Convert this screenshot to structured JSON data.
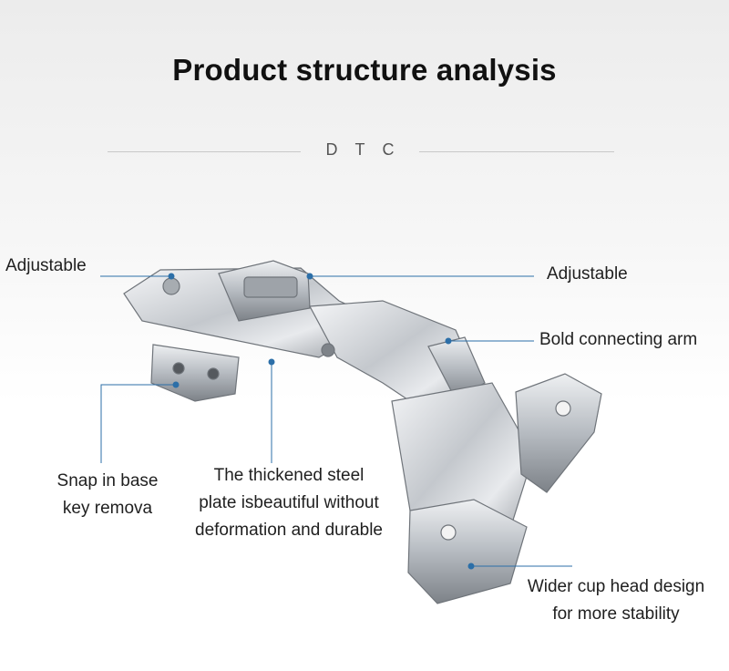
{
  "header": {
    "title": "Product structure analysis",
    "brand": "DTC"
  },
  "callouts": {
    "adjustable_left": "Adjustable",
    "adjustable_right": "Adjustable",
    "bold_arm": "Bold connecting arm",
    "snap_line1": "Snap in base",
    "snap_line2": "key remova",
    "plate_line1": "The thickened steel",
    "plate_line2": "plate isbeautiful without",
    "plate_line3": "deformation and durable",
    "cup_line1": "Wider cup head design",
    "cup_line2": "for more stability"
  },
  "colors": {
    "accent": "#2c6fa8",
    "metal": "#c9ccd0"
  }
}
